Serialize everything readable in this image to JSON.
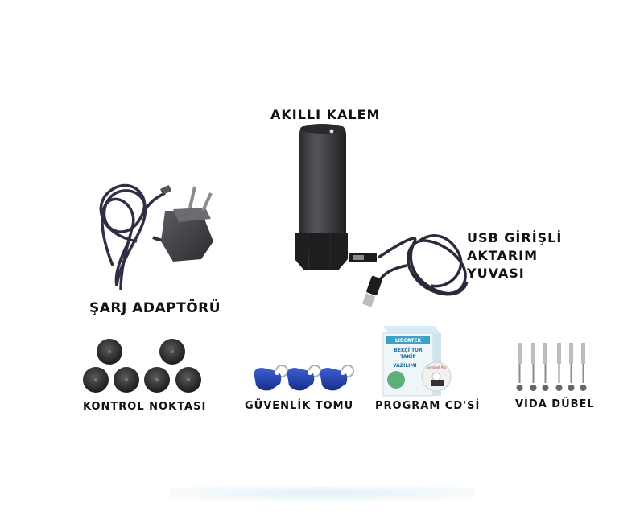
{
  "labels": {
    "smart_pen": "AKILLI KALEM",
    "usb_cradle_lines": [
      "USB GİRİŞLİ",
      "AKTARIM",
      "YUVASI"
    ],
    "charger": "ŞARJ ADAPTÖRÜ",
    "checkpoints": "KONTROL NOKTASI",
    "security_tags": "GÜVENLİK TOMU",
    "program_cd": "PROGRAM CD'Sİ",
    "screws": "VİDA DÜBEL"
  },
  "cd_box": {
    "brand": "LIDERTEK",
    "title_line1": "BEKÇİ TUR",
    "title_line2": "TAKİP",
    "subtitle": "YAZILIMI",
    "disc_brand": "Sentinel Pro"
  },
  "colors": {
    "pen_body": "#3c3c3e",
    "tag_blue": "#1f3fa8",
    "box_accent": "#3fa0c8",
    "cable": "#2a2a3a"
  }
}
